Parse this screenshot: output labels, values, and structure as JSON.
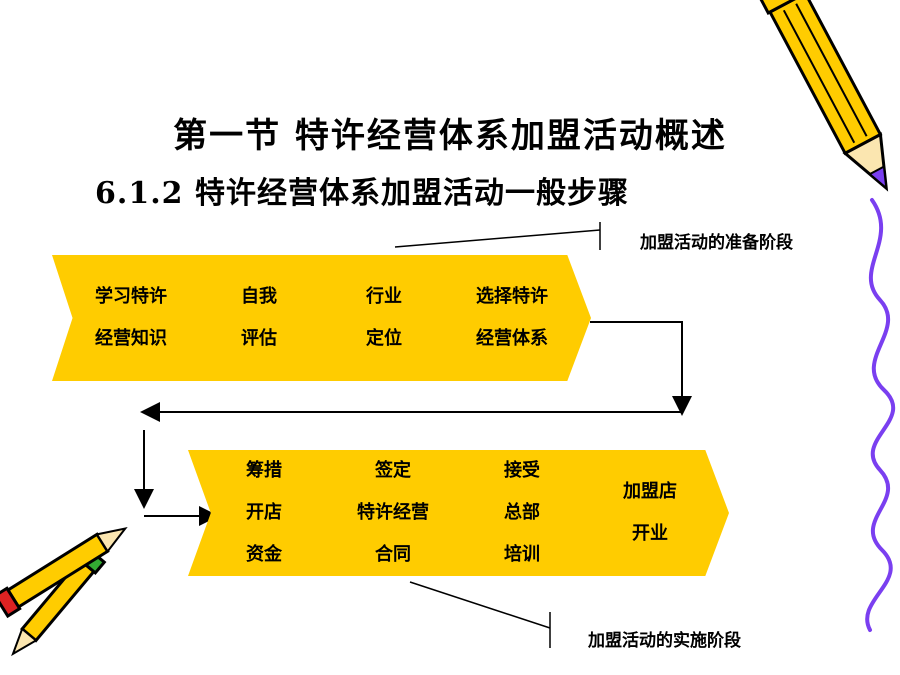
{
  "title": "第一节  特许经营体系加盟活动概述",
  "subtitle": "6.1.2 特许经营体系加盟活动一般步骤",
  "notes": {
    "prep_stage": "加盟活动的准备阶段",
    "impl_stage": "加盟活动的实施阶段"
  },
  "row1": [
    {
      "lines": [
        "学习特许",
        "经营知识"
      ]
    },
    {
      "lines": [
        "自我",
        "评估"
      ]
    },
    {
      "lines": [
        "行业",
        "定位"
      ]
    },
    {
      "lines": [
        "选择特许",
        "经营体系"
      ]
    }
  ],
  "row2": [
    {
      "lines": [
        "筹措",
        "开店",
        "资金"
      ]
    },
    {
      "lines": [
        "签定",
        "特许经营",
        "合同"
      ]
    },
    {
      "lines": [
        "接受",
        "总部",
        "培训"
      ]
    },
    {
      "lines": [
        "加盟店",
        "开业"
      ]
    }
  ],
  "colors": {
    "chevron": "#ffcc00",
    "pencil_body": "#ffcc00",
    "pencil_tip": "#7a3ff0"
  }
}
